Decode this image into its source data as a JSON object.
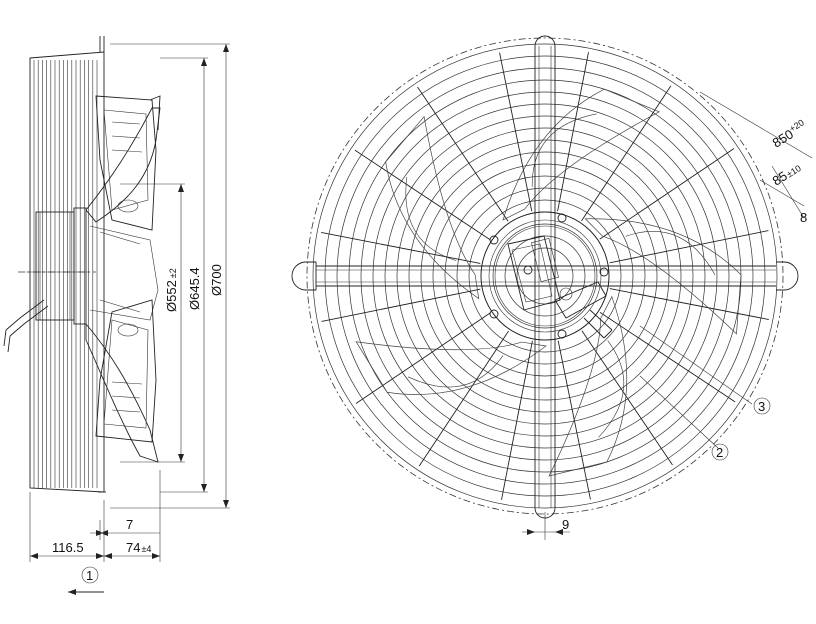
{
  "side_view": {
    "dim_diameter_552": "Ø552",
    "dim_diameter_552_tol": "±2",
    "dim_diameter_645": "Ø645.4",
    "dim_diameter_700": "Ø700",
    "dim_width_116": "116.5",
    "dim_width_74": "74",
    "dim_width_74_tol": "±4",
    "dim_offset_7": "7",
    "callout_1": "1"
  },
  "front_view": {
    "dim_850": "850",
    "dim_850_tol": "+20",
    "dim_85": "85",
    "dim_85_tol": "±10",
    "dim_8": "8",
    "dim_9": "9",
    "callout_2": "2",
    "callout_3": "3"
  }
}
